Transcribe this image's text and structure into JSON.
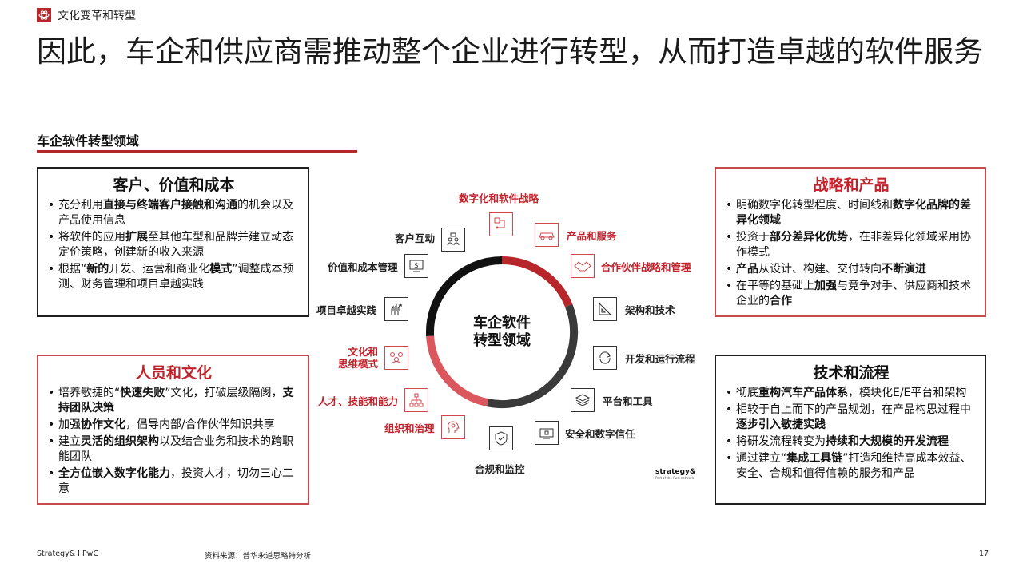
{
  "section_tag": "文化变革和转型",
  "title": "因此，车企和供应商需推动整个企业进行转型，从而打造卓越的软件服务",
  "subheading": "车企软件转型领域",
  "center_label": [
    "车企软件",
    "转型领域"
  ],
  "boxes": {
    "customer": {
      "title": "客户、价值和成本",
      "items": [
        [
          {
            "t": "充分利用"
          },
          {
            "t": "直接与终端客户接触和沟通",
            "b": true
          },
          {
            "t": "的机会以及产品使用信息"
          }
        ],
        [
          {
            "t": "将软件的应用"
          },
          {
            "t": "扩展",
            "b": true
          },
          {
            "t": "至其他车型和品牌并建立动态定价策略，创建新的收入来源"
          }
        ],
        [
          {
            "t": "根据“"
          },
          {
            "t": "新的",
            "b": true
          },
          {
            "t": "开发、运营和商业化"
          },
          {
            "t": "模式",
            "b": true
          },
          {
            "t": "”调整成本预测、财务管理和项目卓越实践"
          }
        ]
      ]
    },
    "people": {
      "title": "人员和文化",
      "items": [
        [
          {
            "t": "培养敏捷的“"
          },
          {
            "t": "快速失败",
            "b": true
          },
          {
            "t": "”文化，打破层级隔阂，"
          },
          {
            "t": "支持团队决策",
            "b": true
          }
        ],
        [
          {
            "t": "加强"
          },
          {
            "t": "协作文化",
            "b": true
          },
          {
            "t": "，倡导内部/合作伙伴知识共享"
          }
        ],
        [
          {
            "t": "建立"
          },
          {
            "t": "灵活的组织架构",
            "b": true
          },
          {
            "t": "以及结合业务和技术的跨职能团队"
          }
        ],
        [
          {
            "t": "全方位嵌入数字化能力",
            "b": true
          },
          {
            "t": "，投资人才，切勿三心二意"
          }
        ]
      ]
    },
    "strategy": {
      "title": "战略和产品",
      "items": [
        [
          {
            "t": "明确数字化转型程度、时间线和"
          },
          {
            "t": "数字化品牌的差异化领域",
            "b": true
          }
        ],
        [
          {
            "t": "投资于"
          },
          {
            "t": "部分差异化优势",
            "b": true
          },
          {
            "t": "，在非差异化领域采用协作模式"
          }
        ],
        [
          {
            "t": "产品",
            "b": true
          },
          {
            "t": "从设计、构建、交付转向"
          },
          {
            "t": "不断演进",
            "b": true
          }
        ],
        [
          {
            "t": "在平等的基础上"
          },
          {
            "t": "加强",
            "b": true
          },
          {
            "t": "与竞争对手、供应商和技术企业的"
          },
          {
            "t": "合作",
            "b": true
          }
        ]
      ]
    },
    "tech": {
      "title": "技术和流程",
      "items": [
        [
          {
            "t": "彻底"
          },
          {
            "t": "重构汽车产品体系",
            "b": true
          },
          {
            "t": "，模块化E/E平台和架构"
          }
        ],
        [
          {
            "t": "相较于自上而下的产品规划，在产品构思过程中"
          },
          {
            "t": "逐步引入敏捷实践",
            "b": true
          }
        ],
        [
          {
            "t": "将研发流程转变为"
          },
          {
            "t": "持续和大规模的开发流程",
            "b": true
          }
        ],
        [
          {
            "t": "通过建立“"
          },
          {
            "t": "集成工具链",
            "b": true
          },
          {
            "t": "”打造和维持高成本效益、安全、合规和值得信赖的服务和产品"
          }
        ]
      ]
    }
  },
  "wheel_nodes": {
    "digital_strategy": "数字化和软件战略",
    "product_service": "产品和服务",
    "partner_strategy": "合作伙伴战略和管理",
    "architecture_tech": "架构和技术",
    "devops": "开发和运行流程",
    "platform_tools": "平台和工具",
    "security_trust": "安全和数字信任",
    "compliance": "合规和监控",
    "org_governance": "组织和治理",
    "talent_skills": "人才、技能和能力",
    "culture_mindset": [
      "文化和",
      "思维模式"
    ],
    "project_excellence": "项目卓越实践",
    "value_cost": "价值和成本管理",
    "customer_interaction": "客户互动"
  },
  "logo": {
    "name": "strategy&",
    "sub": "Part of the PwC network"
  },
  "footer": {
    "left": "Strategy& I PwC",
    "source": "资料来源：普华永道思略特分析",
    "page": "17"
  },
  "colors": {
    "accent_red": "#b7262b",
    "ring_red": "#b7262b",
    "ring_light_red": "#d9575d",
    "ring_dark": "#3a3a3a",
    "ring_black": "#111111"
  }
}
